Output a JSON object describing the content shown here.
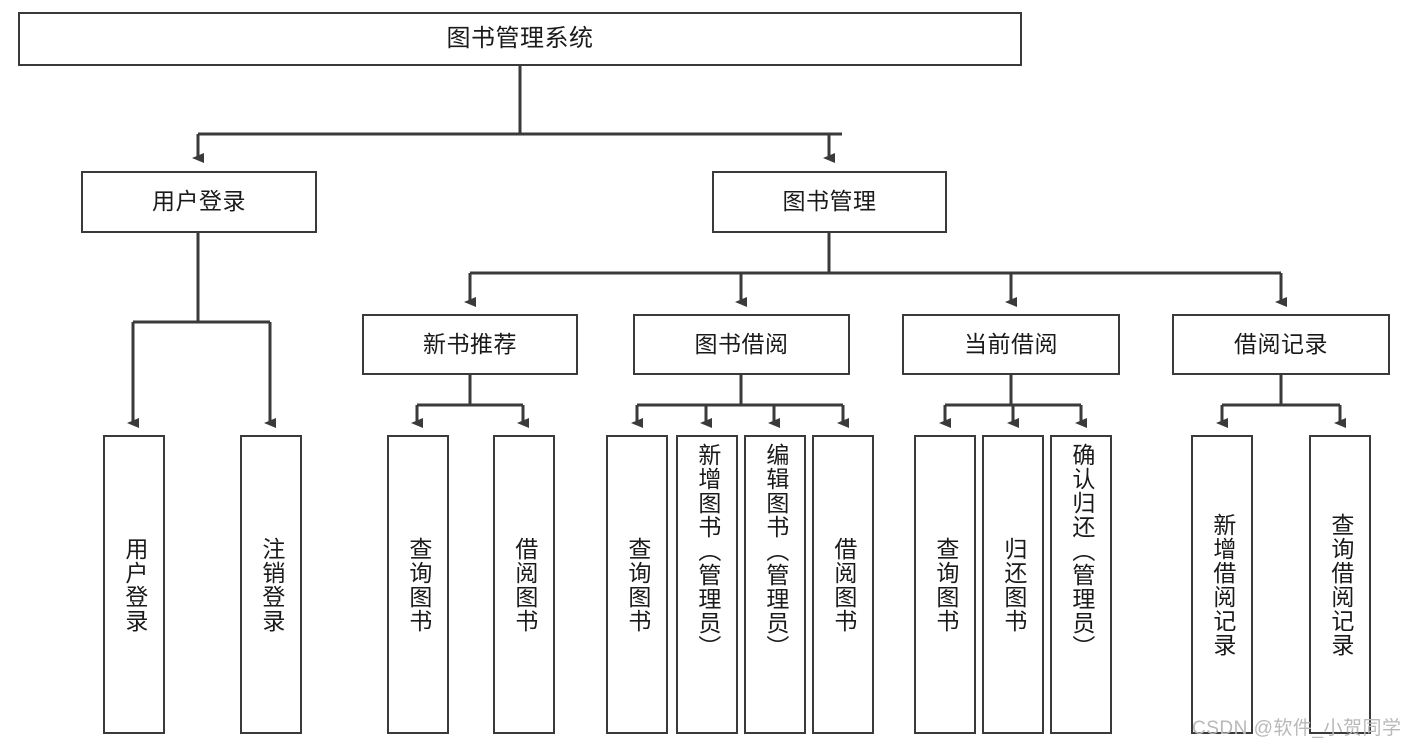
{
  "diagram": {
    "title": "图书管理系统",
    "type": "hierarchy-tree",
    "root": {
      "label": "图书管理系统"
    },
    "level2": [
      {
        "label": "用户登录"
      },
      {
        "label": "图书管理"
      }
    ],
    "level3": [
      {
        "label": "新书推荐"
      },
      {
        "label": "图书借阅"
      },
      {
        "label": "当前借阅"
      },
      {
        "label": "借阅记录"
      }
    ],
    "leaves": {
      "user_login": [
        {
          "label": "用户登录"
        },
        {
          "label": "注销登录"
        }
      ],
      "new_book_recommend": [
        {
          "label": "查询图书"
        },
        {
          "label": "借阅图书"
        }
      ],
      "book_borrow": [
        {
          "label": "查询图书"
        },
        {
          "label": "新增图书（管理员）"
        },
        {
          "label": "编辑图书（管理员）"
        },
        {
          "label": "借阅图书"
        }
      ],
      "current_borrow": [
        {
          "label": "查询图书"
        },
        {
          "label": "归还图书"
        },
        {
          "label": "确认归还（管理员）"
        }
      ],
      "borrow_records": [
        {
          "label": "新增借阅记录"
        },
        {
          "label": "查询借阅记录"
        }
      ]
    }
  },
  "watermark": {
    "text": "CSDN @软件_小贺同学"
  },
  "colors": {
    "stroke": "#3a3a3a",
    "background": "#ffffff",
    "text": "#1a1a1a",
    "watermark": "#b9b9b9"
  }
}
